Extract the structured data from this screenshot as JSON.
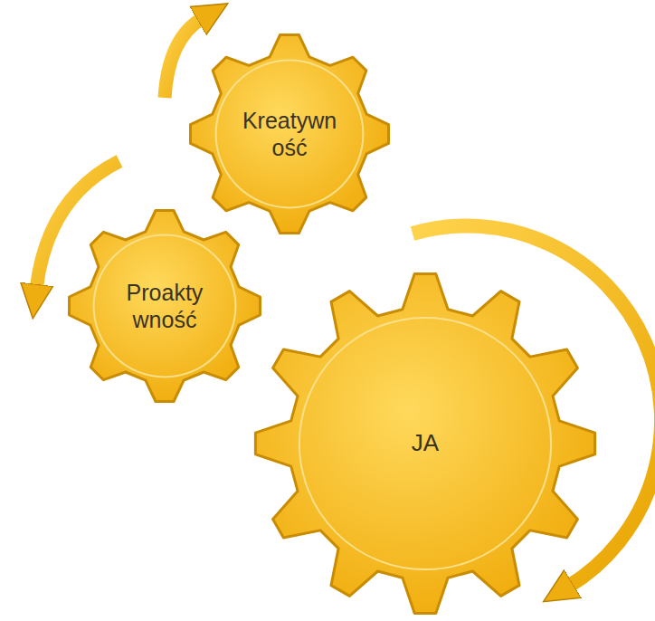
{
  "diagram": {
    "nodes": [
      {
        "text": [
          "Kreatywn ość"
        ]
      },
      {
        "text": [
          "Proakty wność"
        ]
      },
      {
        "text": [
          "JA"
        ]
      }
    ]
  }
}
